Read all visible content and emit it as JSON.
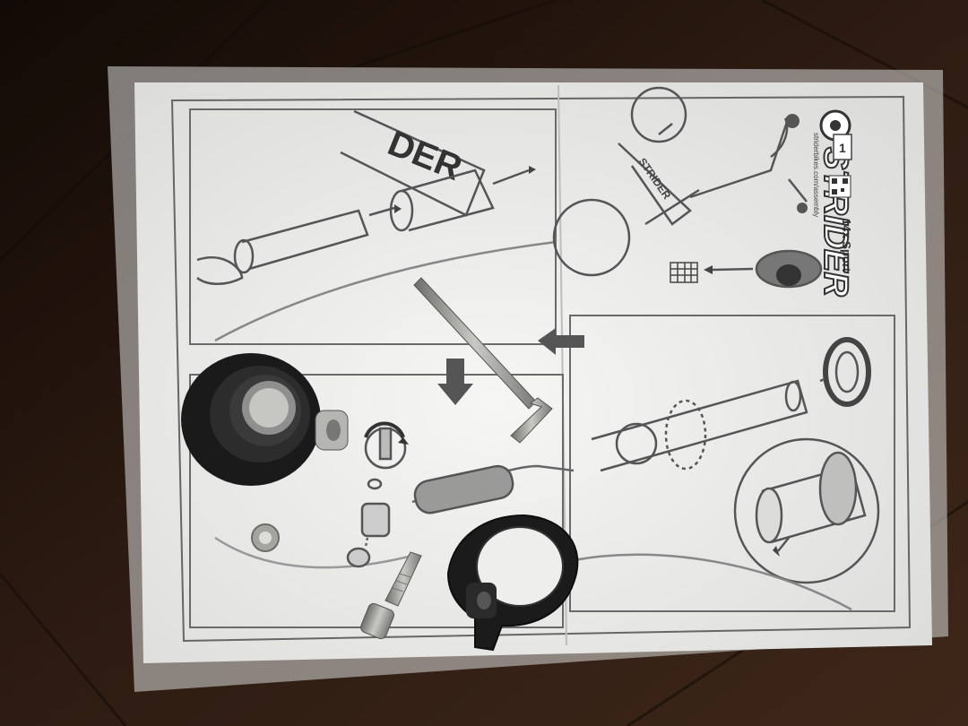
{
  "manual": {
    "brand": "STRIDER",
    "model": "14x Sport",
    "url": "striderbikes.com/assembly",
    "step": "1",
    "bike_label": "STRIDER",
    "tube_label": "DER"
  },
  "colors": {
    "wood_dark": "#1e120c",
    "wood_mid": "#3a261a",
    "paper": "#f1f1ef",
    "line_art": "#555555",
    "parts_black": "#1a1a1a",
    "metal": "#9a9a96"
  },
  "parts": [
    {
      "name": "hex-key",
      "icon": "l-shaped-allen-wrench"
    },
    {
      "name": "headset-cup",
      "icon": "round-plastic-ring"
    },
    {
      "name": "washer",
      "icon": "small-metal-ring"
    },
    {
      "name": "bolt",
      "icon": "socket-cap-screw"
    },
    {
      "name": "seat-clamp",
      "icon": "black-ring-clamp"
    }
  ]
}
